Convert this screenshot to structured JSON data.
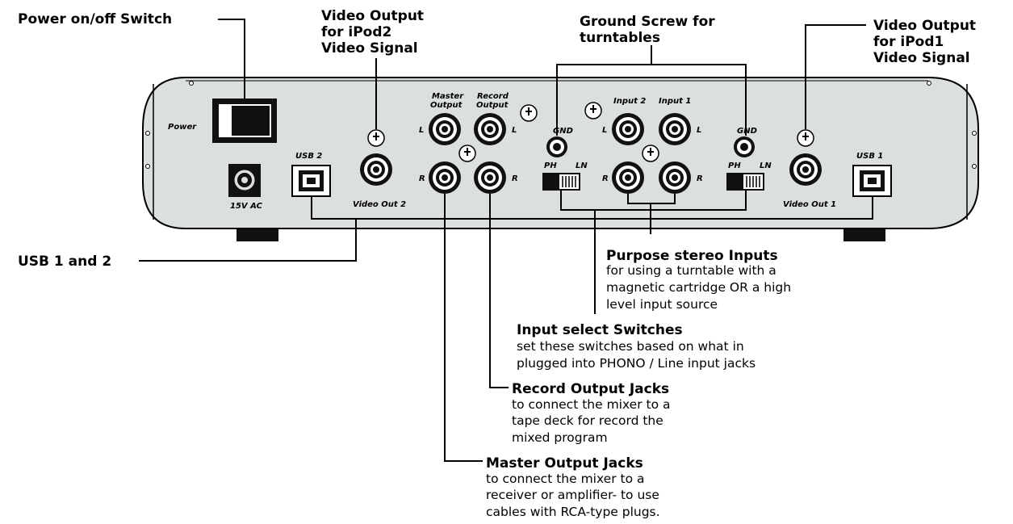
{
  "callouts": {
    "power_switch": "Power on/off Switch",
    "video_out_ipod2": [
      "Video Output",
      "for iPod2",
      "Video Signal"
    ],
    "ground_screw": [
      "Ground Screw for",
      "turntables"
    ],
    "video_out_ipod1": [
      "Video Output",
      "for iPod1",
      "Video Signal"
    ],
    "usb": "USB 1 and 2",
    "purpose_inputs": {
      "title": "Purpose stereo Inputs",
      "desc": [
        "for using a turntable with a",
        "magnetic cartridge OR a high",
        "level input source"
      ]
    },
    "input_select": {
      "title": "Input select Switches",
      "desc": [
        "set these switches based on what in",
        "plugged into PHONO / Line input jacks"
      ]
    },
    "record_output": {
      "title": "Record Output Jacks",
      "desc": [
        "to connect the mixer to a",
        "tape deck for record the",
        "mixed program"
      ]
    },
    "master_output": {
      "title": "Master Output Jacks",
      "desc": [
        "to connect the mixer to a",
        "receiver or amplifier- to use",
        "cables with RCA-type plugs."
      ]
    }
  },
  "panel": {
    "power": "Power",
    "ac": "15V  AC",
    "usb2": "USB  2",
    "usb1": "USB  1",
    "video_out_2": "Video  Out  2",
    "video_out_1": "Video  Out  1",
    "master_output": [
      "Master",
      "Output"
    ],
    "record_output": [
      "Record",
      "Output"
    ],
    "input2": "Input  2",
    "input1": "Input  1",
    "gnd": "GND",
    "ph": "PH",
    "ln": "LN",
    "l": "L",
    "r": "R"
  }
}
